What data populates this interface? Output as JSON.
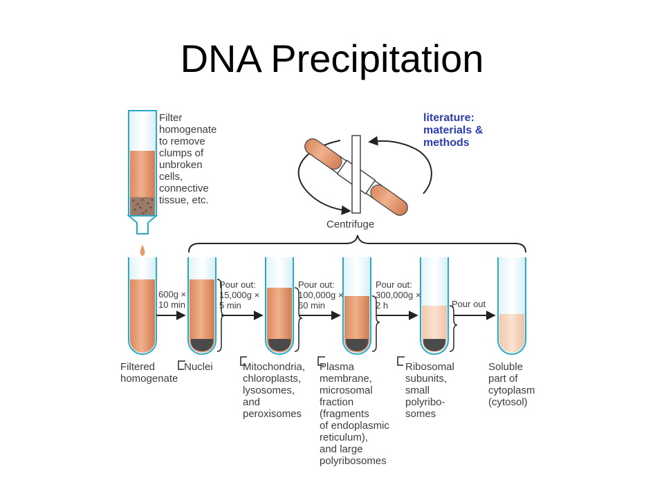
{
  "title": "DNA Precipitation",
  "note": "literature:\n   materials &\n   methods",
  "filter_text": "Filter\nhomogenate\nto remove\nclumps of\nunbroken\ncells,\nconnective\ntissue, etc.",
  "centrifuge_label": "Centrifuge",
  "spins": [
    {
      "label": "600g ×\n10 min"
    },
    {
      "label": "Pour out:\n15,000g ×\n5 min"
    },
    {
      "label": "Pour out:\n100,000g ×\n60 min"
    },
    {
      "label": "Pour out:\n300,000g ×\n2 h"
    },
    {
      "label": "Pour out"
    }
  ],
  "fractions": [
    {
      "label": "Filtered\nhomogenate"
    },
    {
      "label": "Nuclei"
    },
    {
      "label": "Mitochondria,\nchloroplasts,\nlysosomes,\nand\nperoxisomes"
    },
    {
      "label": "Plasma\nmembrane,\nmicrosomal\nfraction\n(fragments\nof endoplasmic\nreticulum),\nand large\npolyribosomes"
    },
    {
      "label": "Ribosomal\nsubunits,\nsmall\npolyribo-\nsomes"
    },
    {
      "label": "Soluble\npart of\ncytoplasm\n(cytosol)"
    }
  ]
}
